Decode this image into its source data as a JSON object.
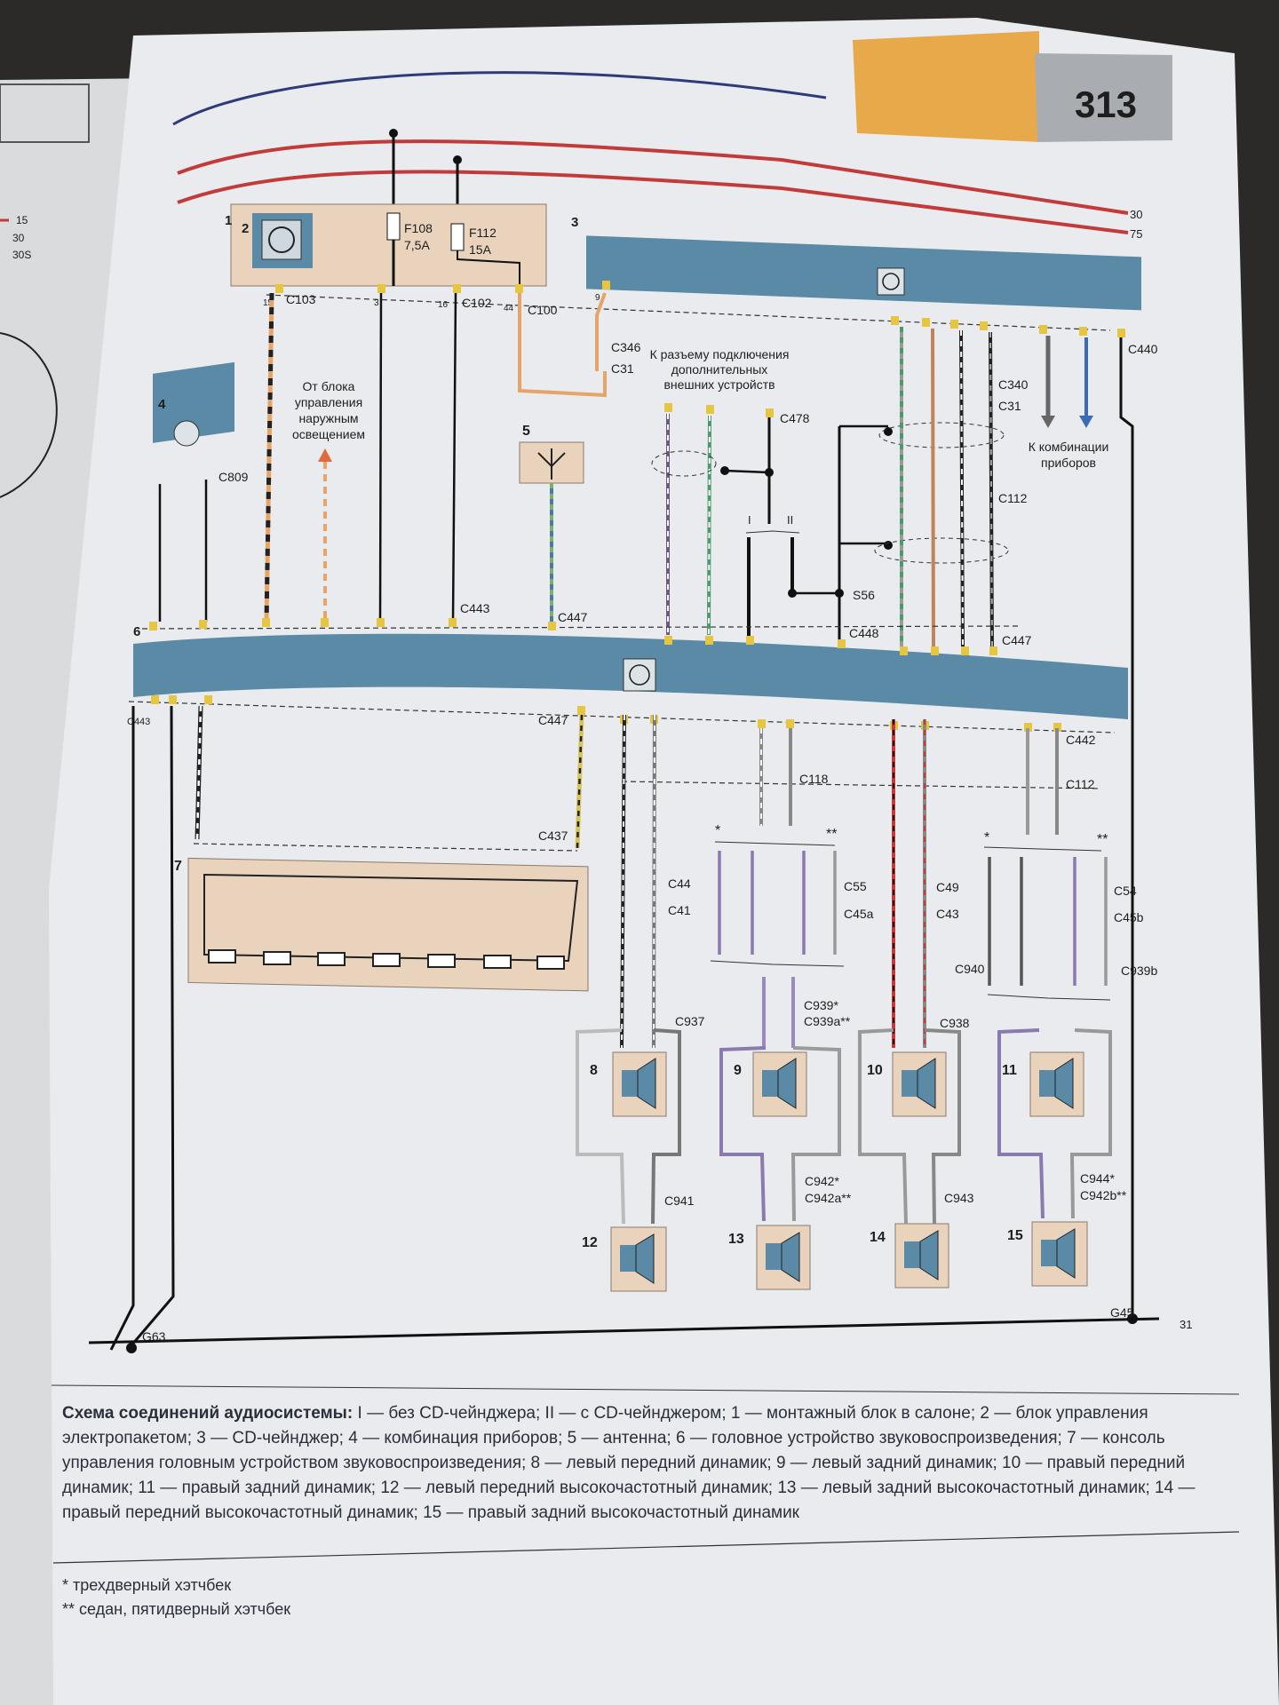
{
  "page_number": "313",
  "bus_labels": {
    "l30": "30",
    "l75": "75",
    "l31": "31"
  },
  "left_page_labels": [
    "15",
    "30",
    "30S"
  ],
  "components": {
    "c1": "1",
    "c2": "2",
    "c3": "3",
    "c4": "4",
    "c5": "5",
    "c6": "6",
    "c7": "7",
    "c8": "8",
    "c9": "9",
    "c10": "10",
    "c11": "11",
    "c12": "12",
    "c13": "13",
    "c14": "14",
    "c15": "15"
  },
  "fuses": [
    {
      "name": "F108",
      "rating": "7,5A"
    },
    {
      "name": "F112",
      "rating": "15A"
    }
  ],
  "connectors": {
    "c103": "C103",
    "c102": "C102",
    "c100": "C100",
    "c346": "C346",
    "c31a": "C31",
    "c478": "C478",
    "c340": "C340",
    "c31b": "C31",
    "c440": "C440",
    "c112a": "C112",
    "c809": "C809",
    "c443a": "C443",
    "c447a": "C447",
    "s56": "S56",
    "c448": "C448",
    "c447b": "C447",
    "c443b": "C443",
    "c447c": "C447",
    "c442": "C442",
    "c118": "C118",
    "c112b": "C112",
    "c437": "C437",
    "c44": "C44",
    "c41": "C41",
    "c55": "C55",
    "c45a": "C45a",
    "c49": "C49",
    "c43": "C43",
    "c54": "C54",
    "c45b": "C45b",
    "c940": "C940",
    "c939b": "C939b",
    "c937": "C937",
    "c939": "C939*",
    "c939a": "C939a**",
    "c938": "C938",
    "c941": "C941",
    "c942": "C942*",
    "c942a": "C942a**",
    "c943": "C943",
    "c944": "C944*",
    "c942b": "C942b**",
    "g63": "G63",
    "g45": "G45"
  },
  "annotations": {
    "external_head": [
      "К разъему подключения",
      "дополнительных",
      "внешних устройств"
    ],
    "light_block": [
      "От блока",
      "управления",
      "наружным",
      "освещением"
    ],
    "cluster": [
      "К комбинации",
      "приборов"
    ],
    "version_1": "I",
    "version_2": "II",
    "star_one": "*",
    "star_two": "**"
  },
  "caption": {
    "title": "Схема соединений аудиосистемы:",
    "body": " I — без CD-чейнджера; II — с CD-чейнджером; 1 — монтажный блок в салоне; 2 — блок управления электропакетом; 3 — CD-чейнджер; 4 — комбинация приборов; 5 — антенна; 6 — головное устройство звуковоспроизведения; 7 — консоль управления головным устройством звуковоспроизведения; 8 — левый передний динамик; 9 — левый задний динамик; 10 — правый передний динамик; 11 — правый задний динамик; 12 — левый передний высокочастотный динамик; 13 — левый задний высокочастотный динамик; 14 — правый передний высокочастотный динамик; 15 — правый задний высокочастотный динамик"
  },
  "footnotes": [
    "* трехдверный хэтчбек",
    "** седан, пятидверный хэтчбек"
  ],
  "colors": {
    "module_blue": "#5a8aa6",
    "mounting_block": "#ead3bc",
    "tab_orange": "#e8a94a",
    "red_wire": "#c23a3a",
    "page_paper": "#e9ebee"
  }
}
